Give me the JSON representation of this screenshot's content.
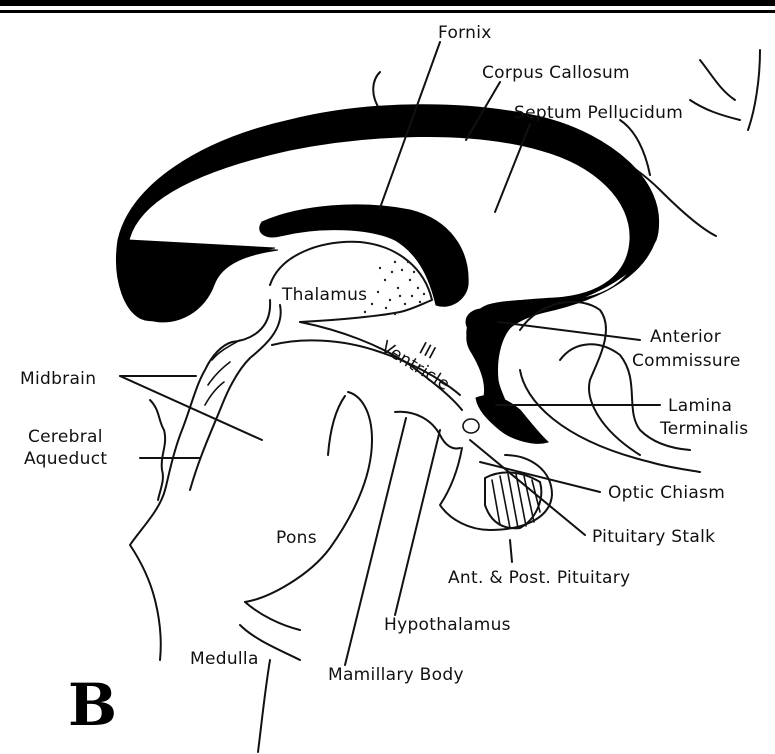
{
  "figure": {
    "panel_letter": "B",
    "labels": {
      "fornix": "Fornix",
      "corpus_callosum": "Corpus Callosum",
      "septum_pellucidum": "Septum Pellucidum",
      "thalamus": "Thalamus",
      "third_ventricle_numeral": "III",
      "third_ventricle_word": "Ventricle",
      "anterior_commissure_1": "Anterior",
      "anterior_commissure_2": "Commissure",
      "midbrain": "Midbrain",
      "lamina_terminalis_1": "Lamina",
      "lamina_terminalis_2": "Terminalis",
      "cerebral_aqueduct_1": "Cerebral",
      "cerebral_aqueduct_2": "Aqueduct",
      "optic_chiasm": "Optic Chiasm",
      "pons": "Pons",
      "pituitary_stalk": "Pituitary Stalk",
      "ant_post_pituitary": "Ant. & Post. Pituitary",
      "hypothalamus": "Hypothalamus",
      "medulla": "Medulla",
      "mamillary_body": "Mamillary Body"
    }
  }
}
